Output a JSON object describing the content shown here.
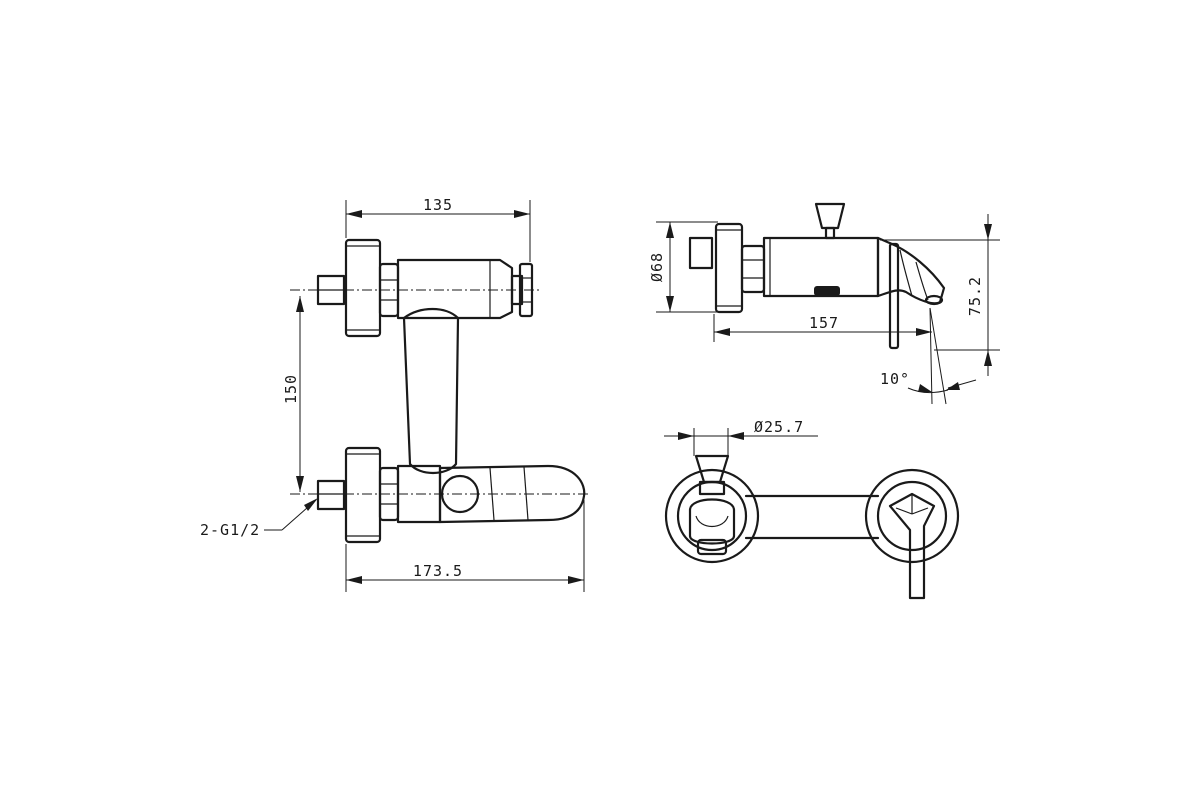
{
  "dimensions": {
    "top_width": "135",
    "vertical_spacing": "150",
    "thread": "2-G1/2",
    "bottom_width": "173.5",
    "diameter_flange": "Ø68",
    "spout_length": "157",
    "spout_height": "75.2",
    "spout_angle": "10°",
    "diameter_knob": "Ø25.7"
  }
}
